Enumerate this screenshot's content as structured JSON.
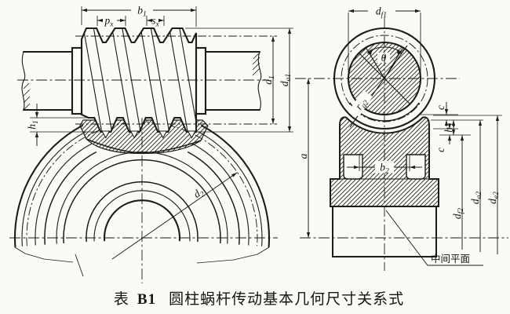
{
  "figure": {
    "caption": {
      "prefix": "表",
      "number": "B1",
      "title": "圆柱蜗杆传动基本几何尺寸关系式"
    },
    "annotation_midplane": "中间平面",
    "colors": {
      "ink": "#1c1c1c",
      "paper": "#fbfaf6"
    },
    "labels": {
      "b1": {
        "main": "b",
        "sub": "1"
      },
      "px": {
        "main": "p",
        "sub": "x"
      },
      "sx": {
        "main": "s",
        "sub": "x"
      },
      "d1": {
        "main": "d",
        "sub": "1"
      },
      "da1": {
        "main": "d",
        "sub": "a1"
      },
      "h1": {
        "main": "h",
        "sub": "1"
      },
      "d2": {
        "main": "d",
        "sub": "2"
      },
      "df1": {
        "main": "d",
        "sub": "f1"
      },
      "theta": {
        "main": "θ",
        "sub": ""
      },
      "rg2": {
        "main": "r",
        "sub": "g2"
      },
      "a": {
        "main": "a",
        "sub": ""
      },
      "b2": {
        "main": "b",
        "sub": "2"
      },
      "c_top": {
        "main": "c",
        "sub": ""
      },
      "h2": {
        "main": "h",
        "sub": "2"
      },
      "c_bottom": {
        "main": "c",
        "sub": ""
      },
      "df2": {
        "main": "d",
        "sub": "f2"
      },
      "da2": {
        "main": "d",
        "sub": "a2"
      },
      "de2": {
        "main": "d",
        "sub": "e2"
      }
    }
  }
}
